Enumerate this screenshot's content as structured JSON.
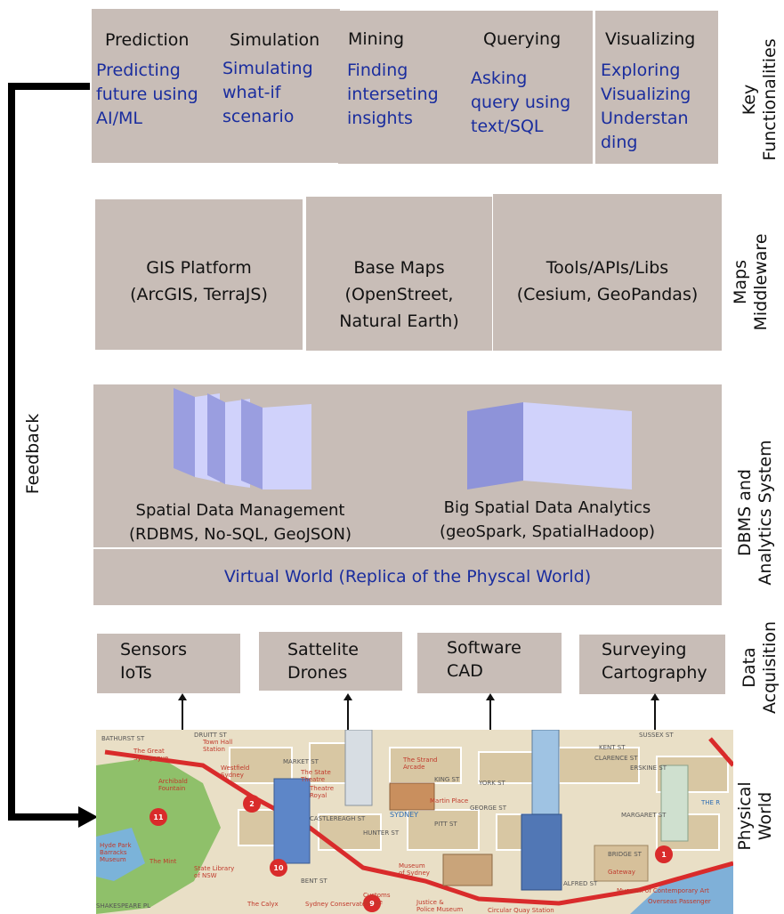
{
  "key_functionalities": {
    "label": "Key\nFunctionalities",
    "items": [
      {
        "title": "Prediction",
        "desc": "Predicting\nfuture using\nAI/ML"
      },
      {
        "title": "Simulation",
        "desc": "Simulating\nwhat-if\nscenario"
      },
      {
        "title": "Mining",
        "desc": "Finding\ninterseting\ninsights"
      },
      {
        "title": "Querying",
        "desc": "Asking\nquery using\ntext/SQL"
      },
      {
        "title": "Visualizing",
        "desc": "Exploring\nVisualizing\nUnderstan\nding"
      }
    ]
  },
  "middleware": {
    "label": "Maps\nMiddleware",
    "items": [
      {
        "text": "GIS Platform\n(ArcGIS, TerraJS)"
      },
      {
        "text": "Base Maps\n(OpenStreet,\nNatural Earth)"
      },
      {
        "text": "Tools/APIs/Libs\n(Cesium, GeoPandas)"
      }
    ]
  },
  "dbms": {
    "label": "DBMS and\nAnalytics System",
    "left": "Spatial Data Management\n(RDBMS, No-SQL, GeoJSON)",
    "right": "Big Spatial Data Analytics\n(geoSpark, SpatialHadoop)",
    "virtual_world": "Virtual  World (Replica of the Physcal World)"
  },
  "acquisition": {
    "label": "Data\nAcquisition",
    "items": [
      {
        "text": "Sensors\nIoTs"
      },
      {
        "text": "Sattelite\nDrones"
      },
      {
        "text": "Software\nCAD"
      },
      {
        "text": "Surveying\nCartography"
      }
    ]
  },
  "physical": {
    "label": "Physical\nWorld",
    "map_labels": [
      "The Great Synagogue",
      "Town Hall Station",
      "Westfield Sydney",
      "MARKET ST",
      "The State Theatre",
      "Theatre Royal",
      "The Strand Arcade",
      "KING ST",
      "YORK ST",
      "Martin Place",
      "GEORGE ST",
      "SYDNEY",
      "PITT ST",
      "HUNTER ST",
      "CASTLEREAGH ST",
      "Archibald Fountain",
      "Hyde Park Barracks Museum",
      "The Mint",
      "State Library of NSW",
      "BENT ST",
      "Museum of Sydney",
      "Customs House",
      "Justice & Police Museum",
      "Circular Quay Station",
      "Museum of Contemporary Art",
      "Overseas Passenger Terminal",
      "Gateway",
      "ALFRED ST",
      "BRIDGE ST",
      "MARGARET ST",
      "ERSKINE ST",
      "CLARENCE ST",
      "KENT ST",
      "SUSSEX ST",
      "BATHURST ST",
      "DRUITT ST",
      "SHAKESPEARE PL",
      "The Calyx",
      "Sydney Conservatorium of Music",
      "THE R"
    ],
    "route_stops": [
      "11",
      "2",
      "10",
      "9",
      "1"
    ]
  },
  "feedback": {
    "label": "Feedback"
  },
  "colors": {
    "box": "#c8bdb7",
    "desc_text": "#1a2d9e",
    "map_road": "#d92b2b",
    "map_block": "#e9dfc6"
  }
}
